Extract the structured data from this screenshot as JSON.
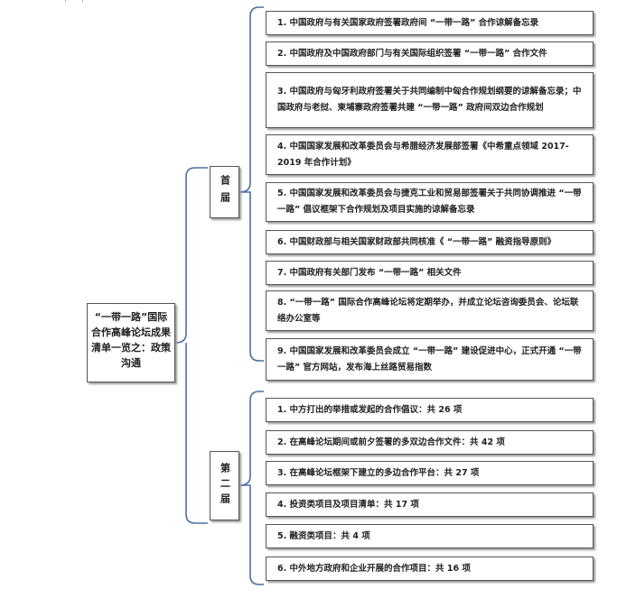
{
  "root": {
    "label": "“一带一路”国际合作高峰论坛成果清单一览之：政策沟通"
  },
  "groups": [
    {
      "label": "首届"
    },
    {
      "label": "第二届"
    }
  ],
  "first_items": [
    "1. 中国政府与有关国家政府签署政府间 “一带一路” 合作谅解备忘录",
    "2. 中国政府及中国政府部门与有关国际组织签署 “一带一路” 合作文件",
    "3. 中国政府与匈牙利政府签署关于共同编制中匈合作规划纲要的谅解备忘录；中国政府与老挝、柬埔寨政府签署共建 “一带一路” 政府间双边合作规划",
    "4. 中国国家发展和改革委员会与希腊经济发展部签署《中希重点领域 2017-2019 年合作计划》",
    "5. 中国国家发展和改革委员会与捷克工业和贸易部签署关于共同协调推进 “一带一路” 倡议框架下合作规划及项目实施的谅解备忘录",
    "6. 中国财政部与相关国家财政部共同核准《 “一带一路” 融资指导原则》",
    "7. 中国政府有关部门发布 “一带一路” 相关文件",
    "8. “一带一路” 国际合作高峰论坛将定期举办，并成立论坛咨询委员会、论坛联络办公室等",
    "9. 中国国家发展和改革委员会成立 “一带一路” 建设促进中心，正式开通 “一带一路” 官方网站，发布海上丝路贸易指数"
  ],
  "second_items": [
    "1. 中方打出的举措或发起的合作倡议：共 26 项",
    "2. 在高峰论坛期间或前夕签署的多双边合作文件：共 42 项",
    "3. 在高峰论坛框架下建立的多边合作平台：共 27 项",
    "4. 投资类项目及项目清单：共 17 项",
    "5. 融资类项目：共 4 项",
    "6. 中外地方政府和企业开展的合作项目：共 16 项"
  ]
}
